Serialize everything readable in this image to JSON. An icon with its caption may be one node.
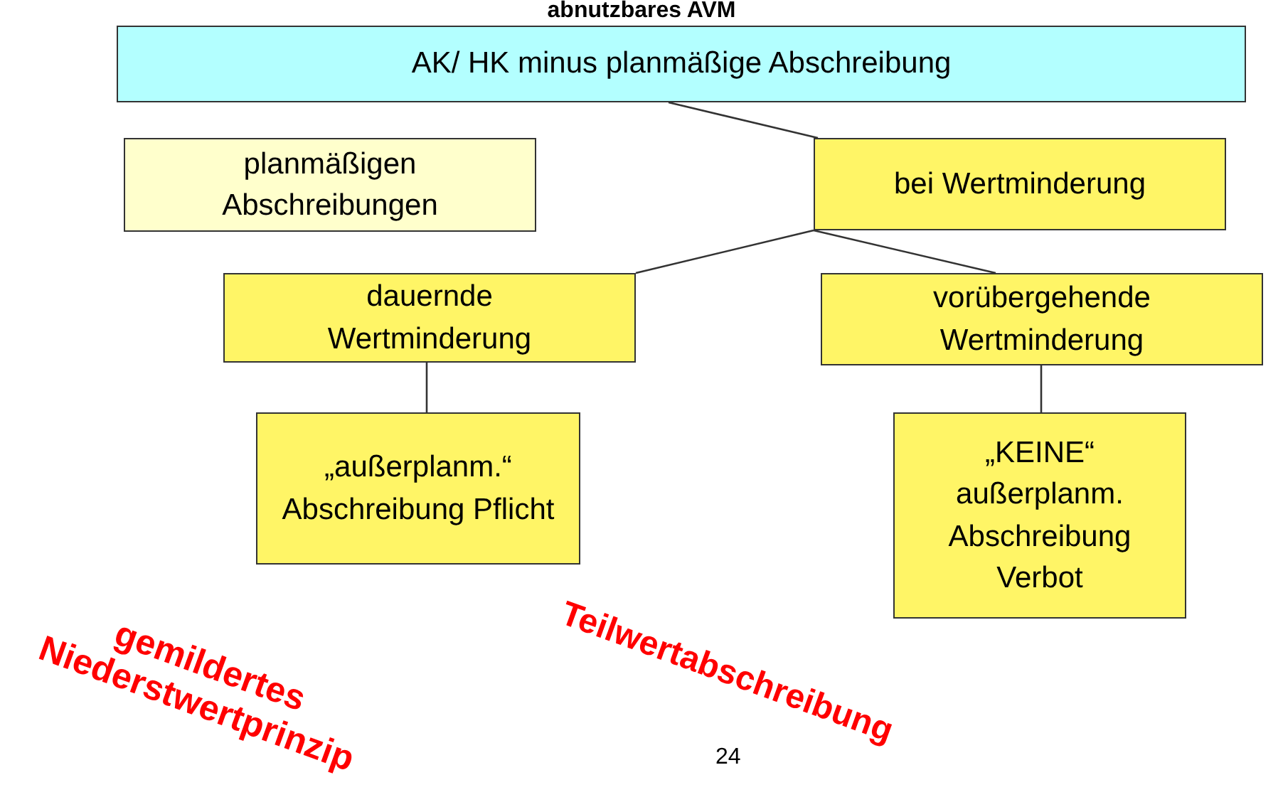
{
  "diagram": {
    "title": "abnutzbares AVM",
    "nodes": [
      {
        "text": [
          "AK/ HK minus planmäßige Abschreibung"
        ]
      },
      {
        "text": [
          "planmäßigen Abschreibungen"
        ]
      },
      {
        "text": [
          "bei Wertminderung"
        ]
      },
      {
        "text": [
          "dauernde Wertminderung"
        ]
      },
      {
        "text": [
          "vorübergehende Wertminderung"
        ]
      },
      {
        "text": [
          "„außerplanm.“ Abschreibung Pflicht"
        ]
      },
      {
        "text": [
          "„KEINE“ außerplanm. Abschreibung Verbot"
        ]
      }
    ],
    "edges": [
      {
        "from": 0,
        "to": 2,
        "arrow": "none"
      },
      {
        "from": 2,
        "to": 3,
        "arrow": "none"
      },
      {
        "from": 2,
        "to": 4,
        "arrow": "none"
      },
      {
        "from": 3,
        "to": 5,
        "arrow": "none"
      },
      {
        "from": 4,
        "to": 6,
        "arrow": "none"
      }
    ],
    "labels": [
      "gemildertes Niederstwertprinzip",
      "Teilwertabschreibung",
      "24"
    ]
  }
}
